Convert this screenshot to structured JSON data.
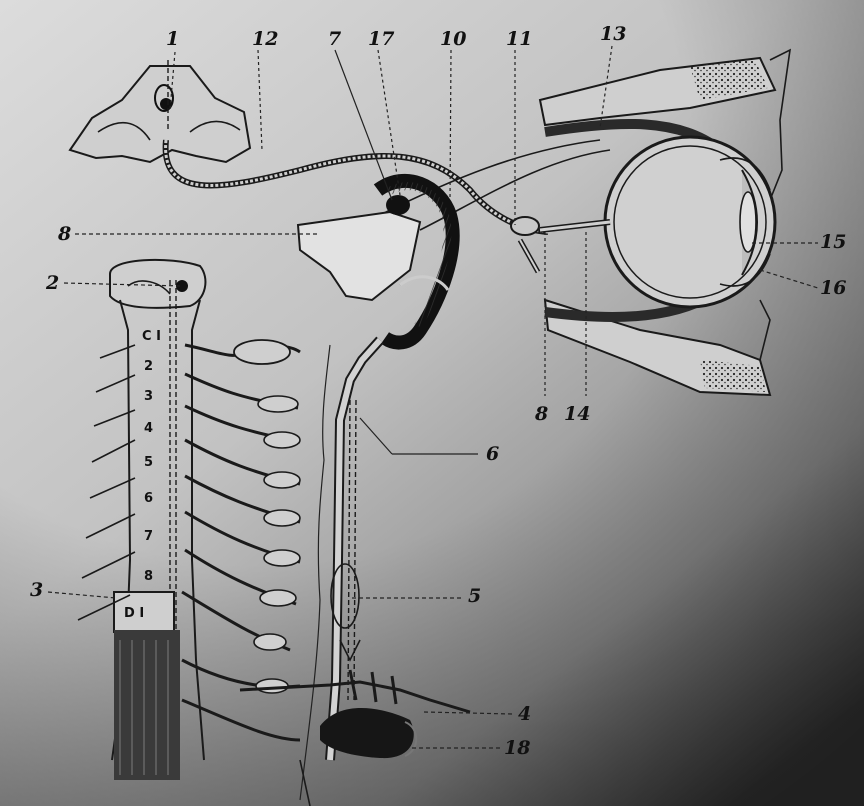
{
  "labels": {
    "l1": "1",
    "l2": "2",
    "l3": "3",
    "l4": "4",
    "l5": "5",
    "l6": "6",
    "l7": "7",
    "l8a": "8",
    "l8b": "8",
    "l10": "10",
    "l11": "11",
    "l12": "12",
    "l13": "13",
    "l14": "14",
    "l15": "15",
    "l16": "16",
    "l17": "17",
    "l18": "18"
  },
  "segments": {
    "c1": "C I",
    "s2": "2",
    "s3": "3",
    "s4": "4",
    "s5": "5",
    "s6": "6",
    "s7": "7",
    "s8": "8",
    "d1": "D I"
  },
  "colors": {
    "paper_light": "#d6d6d6",
    "paper_dark": "#3c3c3c",
    "ink": "#111111",
    "tissue": "#c4c4c4"
  }
}
